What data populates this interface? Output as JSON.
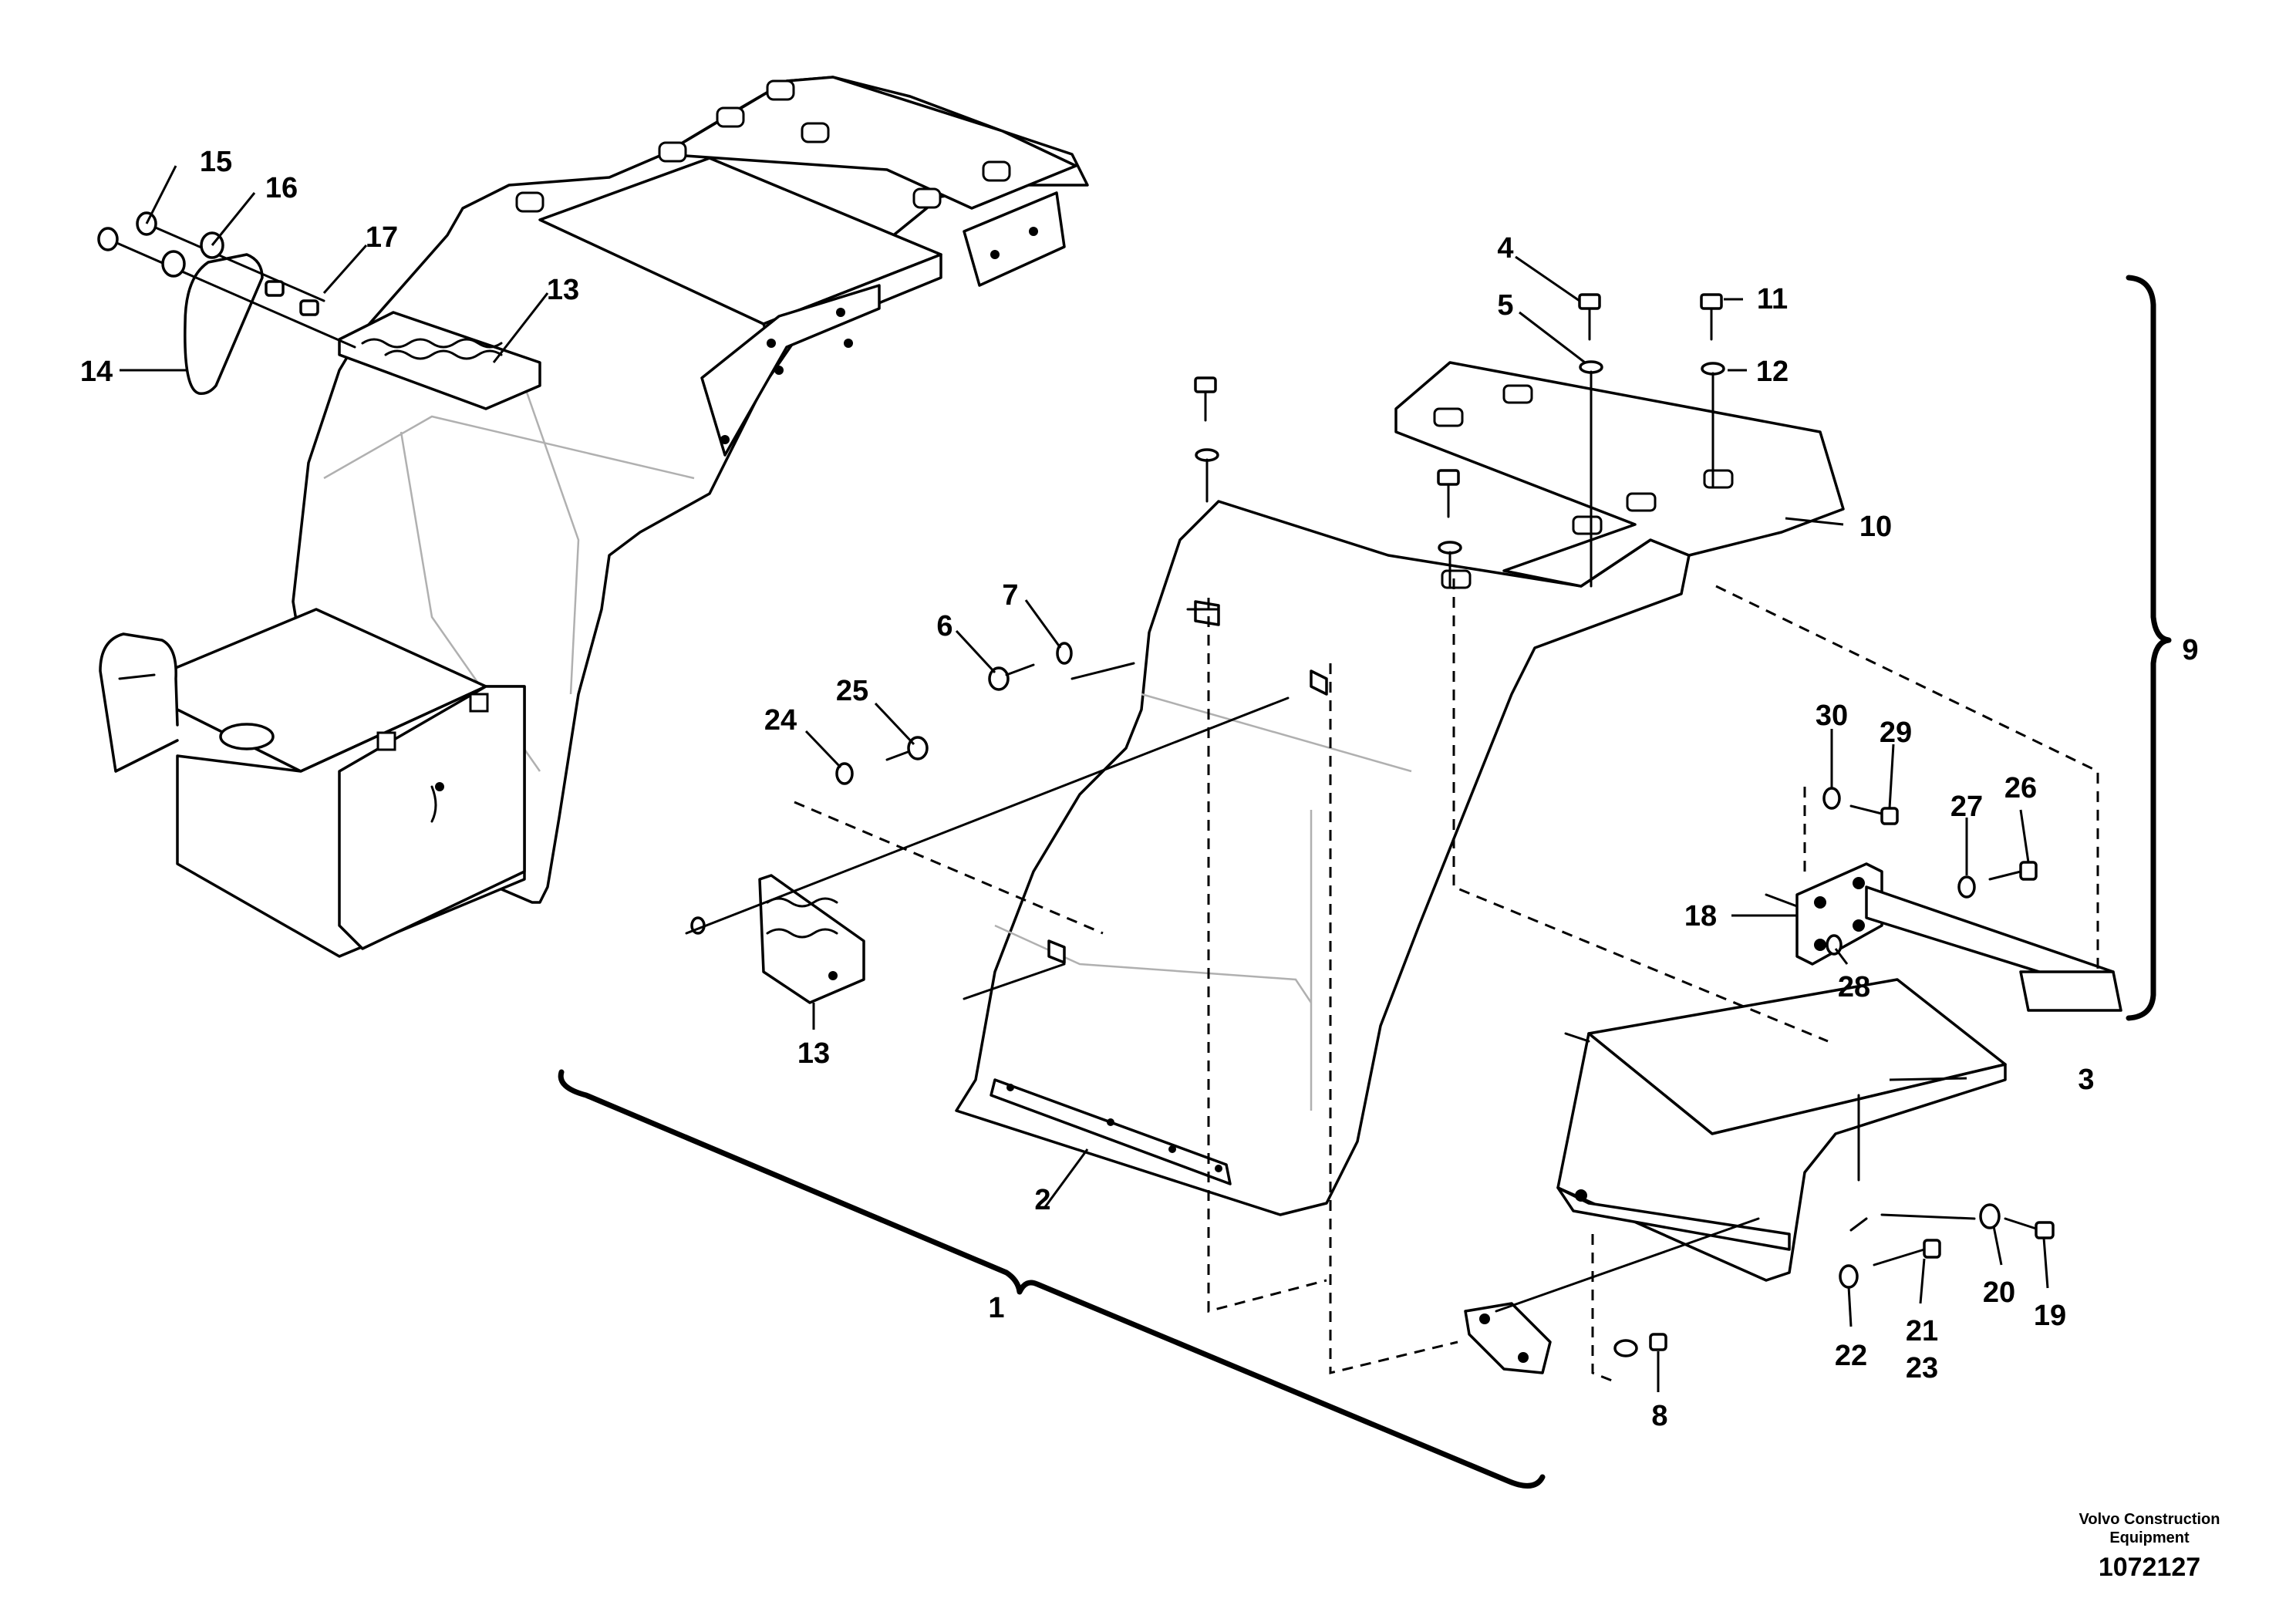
{
  "labels": {
    "l1": "1",
    "l2": "2",
    "l3": "3",
    "l4": "4",
    "l5": "5",
    "l6": "6",
    "l7": "7",
    "l8": "8",
    "l9": "9",
    "l10": "10",
    "l11": "11",
    "l12": "12",
    "l13a": "13",
    "l13b": "13",
    "l14": "14",
    "l15": "15",
    "l16": "16",
    "l17": "17",
    "l18": "18",
    "l19": "19",
    "l20": "20",
    "l21": "21",
    "l22": "22",
    "l23": "23",
    "l24": "24",
    "l25": "25",
    "l26": "26",
    "l27": "27",
    "l28": "28",
    "l29": "29",
    "l30": "30"
  },
  "footer": {
    "company_line1": "Volvo Construction",
    "company_line2": "Equipment",
    "drawing_number": "1072127"
  }
}
